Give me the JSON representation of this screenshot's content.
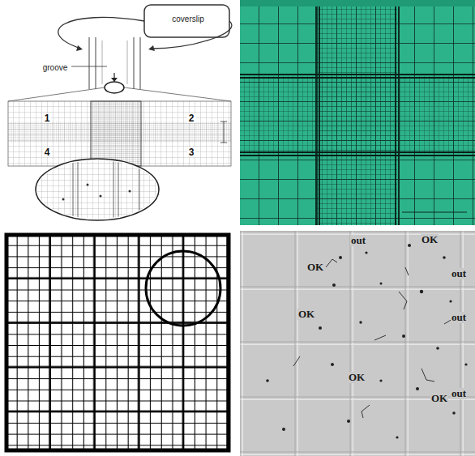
{
  "diagram": {
    "labels": [
      "coverslip",
      "groove",
      "1",
      "2",
      "4",
      "3",
      "out",
      "OK",
      "OK",
      "out",
      "OK",
      "out",
      "OK",
      "OK",
      "out"
    ]
  }
}
